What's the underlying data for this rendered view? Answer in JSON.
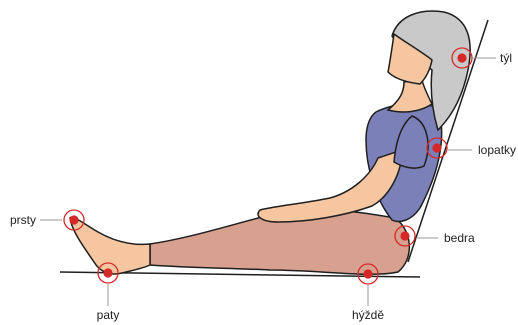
{
  "colors": {
    "skin": "#F5C6A0",
    "shirt": "#7B80B8",
    "pants": "#D7A08F",
    "hair": "#C9C9C9",
    "marker": "#D62828",
    "outline": "#1F1F1F",
    "leader": "#9A9A9A"
  },
  "contact_points": [
    {
      "id": "tyl",
      "label": "týl"
    },
    {
      "id": "lopatky",
      "label": "lopatky"
    },
    {
      "id": "bedra",
      "label": "bedra"
    },
    {
      "id": "prsty",
      "label": "prsty"
    },
    {
      "id": "paty",
      "label": "paty"
    },
    {
      "id": "hyzde",
      "label": "hýždě"
    }
  ]
}
